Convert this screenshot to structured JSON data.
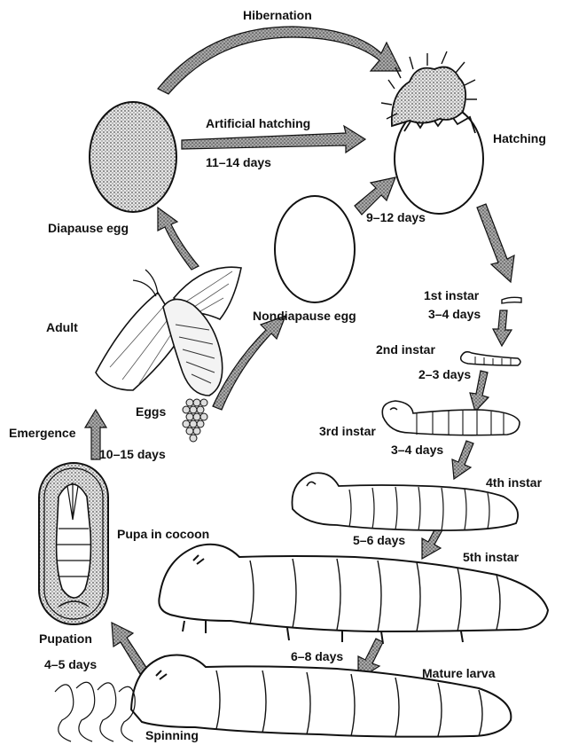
{
  "labels": {
    "hibernation": "Hibernation",
    "artificial_hatching": "Artificial hatching",
    "days_11_14": "11–14 days",
    "hatching": "Hatching",
    "diapause_egg": "Diapause egg",
    "days_9_12": "9–12 days",
    "first_instar": "1st instar",
    "days_3_4_a": "3–4 days",
    "nondiapause_egg": "Nondiapause egg",
    "adult": "Adult",
    "second_instar": "2nd instar",
    "days_2_3": "2–3 days",
    "eggs": "Eggs",
    "emergence": "Emergence",
    "third_instar": "3rd instar",
    "days_10_15": "10–15 days",
    "days_3_4_b": "3–4 days",
    "fourth_instar": "4th instar",
    "pupa_in_cocoon": "Pupa in cocoon",
    "days_5_6": "5–6 days",
    "fifth_instar": "5th instar",
    "pupation": "Pupation",
    "days_4_5": "4–5 days",
    "days_6_8": "6–8 days",
    "mature_larva": "Mature larva",
    "spinning": "Spinning"
  },
  "colors": {
    "ink": "#111111",
    "stipple": "#bdbdbd",
    "arrow_fill": "#9a9a9a"
  }
}
